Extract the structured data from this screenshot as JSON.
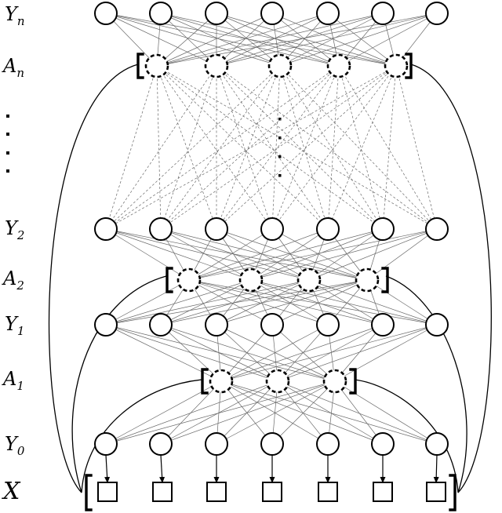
{
  "labels": {
    "yn": {
      "base": "Y",
      "sub": "n"
    },
    "an": {
      "base": "A",
      "sub": "n"
    },
    "y2": {
      "base": "Y",
      "sub": "2"
    },
    "a2": {
      "base": "A",
      "sub": "2"
    },
    "y1": {
      "base": "Y",
      "sub": "1"
    },
    "a1": {
      "base": "A",
      "sub": "1"
    },
    "y0": {
      "base": "Y",
      "sub": "0"
    },
    "x": "X"
  }
}
